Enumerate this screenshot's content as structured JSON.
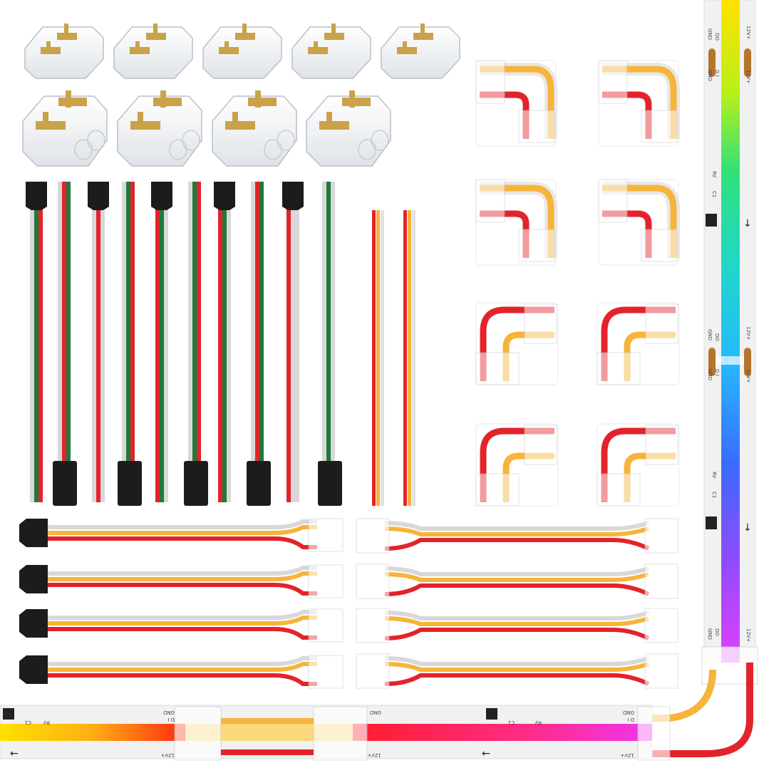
{
  "product": {
    "strip_labels": {
      "v12": "12V+",
      "do": "DO",
      "di": "D I",
      "gnd": "GND",
      "rv": "RV",
      "c1": "C1"
    },
    "arrows": {
      "down": "↓",
      "left": "←"
    }
  },
  "colors": {
    "red_wire": "#e3232b",
    "green_wire": "#1f7a3a",
    "white_wire": "#d8d8d8",
    "yellow_wire": "#f6b43a",
    "connector_black": "#1c1c1c",
    "copper_pad": "#b5752c",
    "gold_pin": "#c9a24a"
  }
}
